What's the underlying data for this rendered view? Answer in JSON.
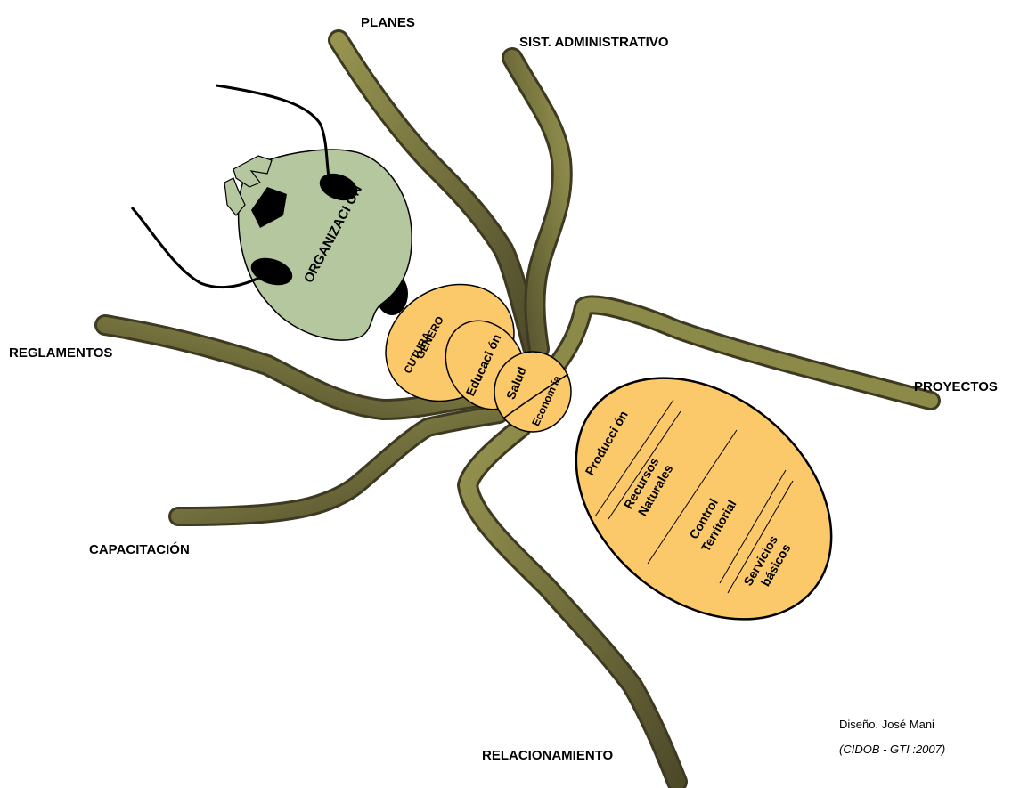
{
  "leg_labels": {
    "planes": "PLANES",
    "sist_administrativo": "SIST. ADMINISTRATIVO",
    "reglamentos": "REGLAMENTOS",
    "proyectos": "PROYECTOS",
    "capacitacion": "CAPACITACIÓN",
    "relacionamiento": "RELACIONAMIENTO"
  },
  "head": {
    "label": "ORGANIZACI ÓN"
  },
  "thorax": {
    "cultura_line1": "CUTURA",
    "cultura_line2": "GENERO",
    "educacion": "Educaci ón",
    "salud": "Salud",
    "economia": "Econom ía"
  },
  "abdomen": {
    "produccion": "Producci ón",
    "recursos_line1": "Recursos",
    "recursos_line2": "Naturales",
    "control_line1": "Control",
    "control_line2": "Territorial",
    "servicios_line1": "Servicios",
    "servicios_line2": "básicos"
  },
  "credit": {
    "author": "Diseño. José Mani",
    "source": "(CIDOB - GTI :2007)"
  },
  "colors": {
    "leg_fill": "#8c8a48",
    "leg_dark": "#4a4528",
    "head_fill": "#b5c79f",
    "body_fill": "#fcc96a",
    "ink": "#000000"
  }
}
